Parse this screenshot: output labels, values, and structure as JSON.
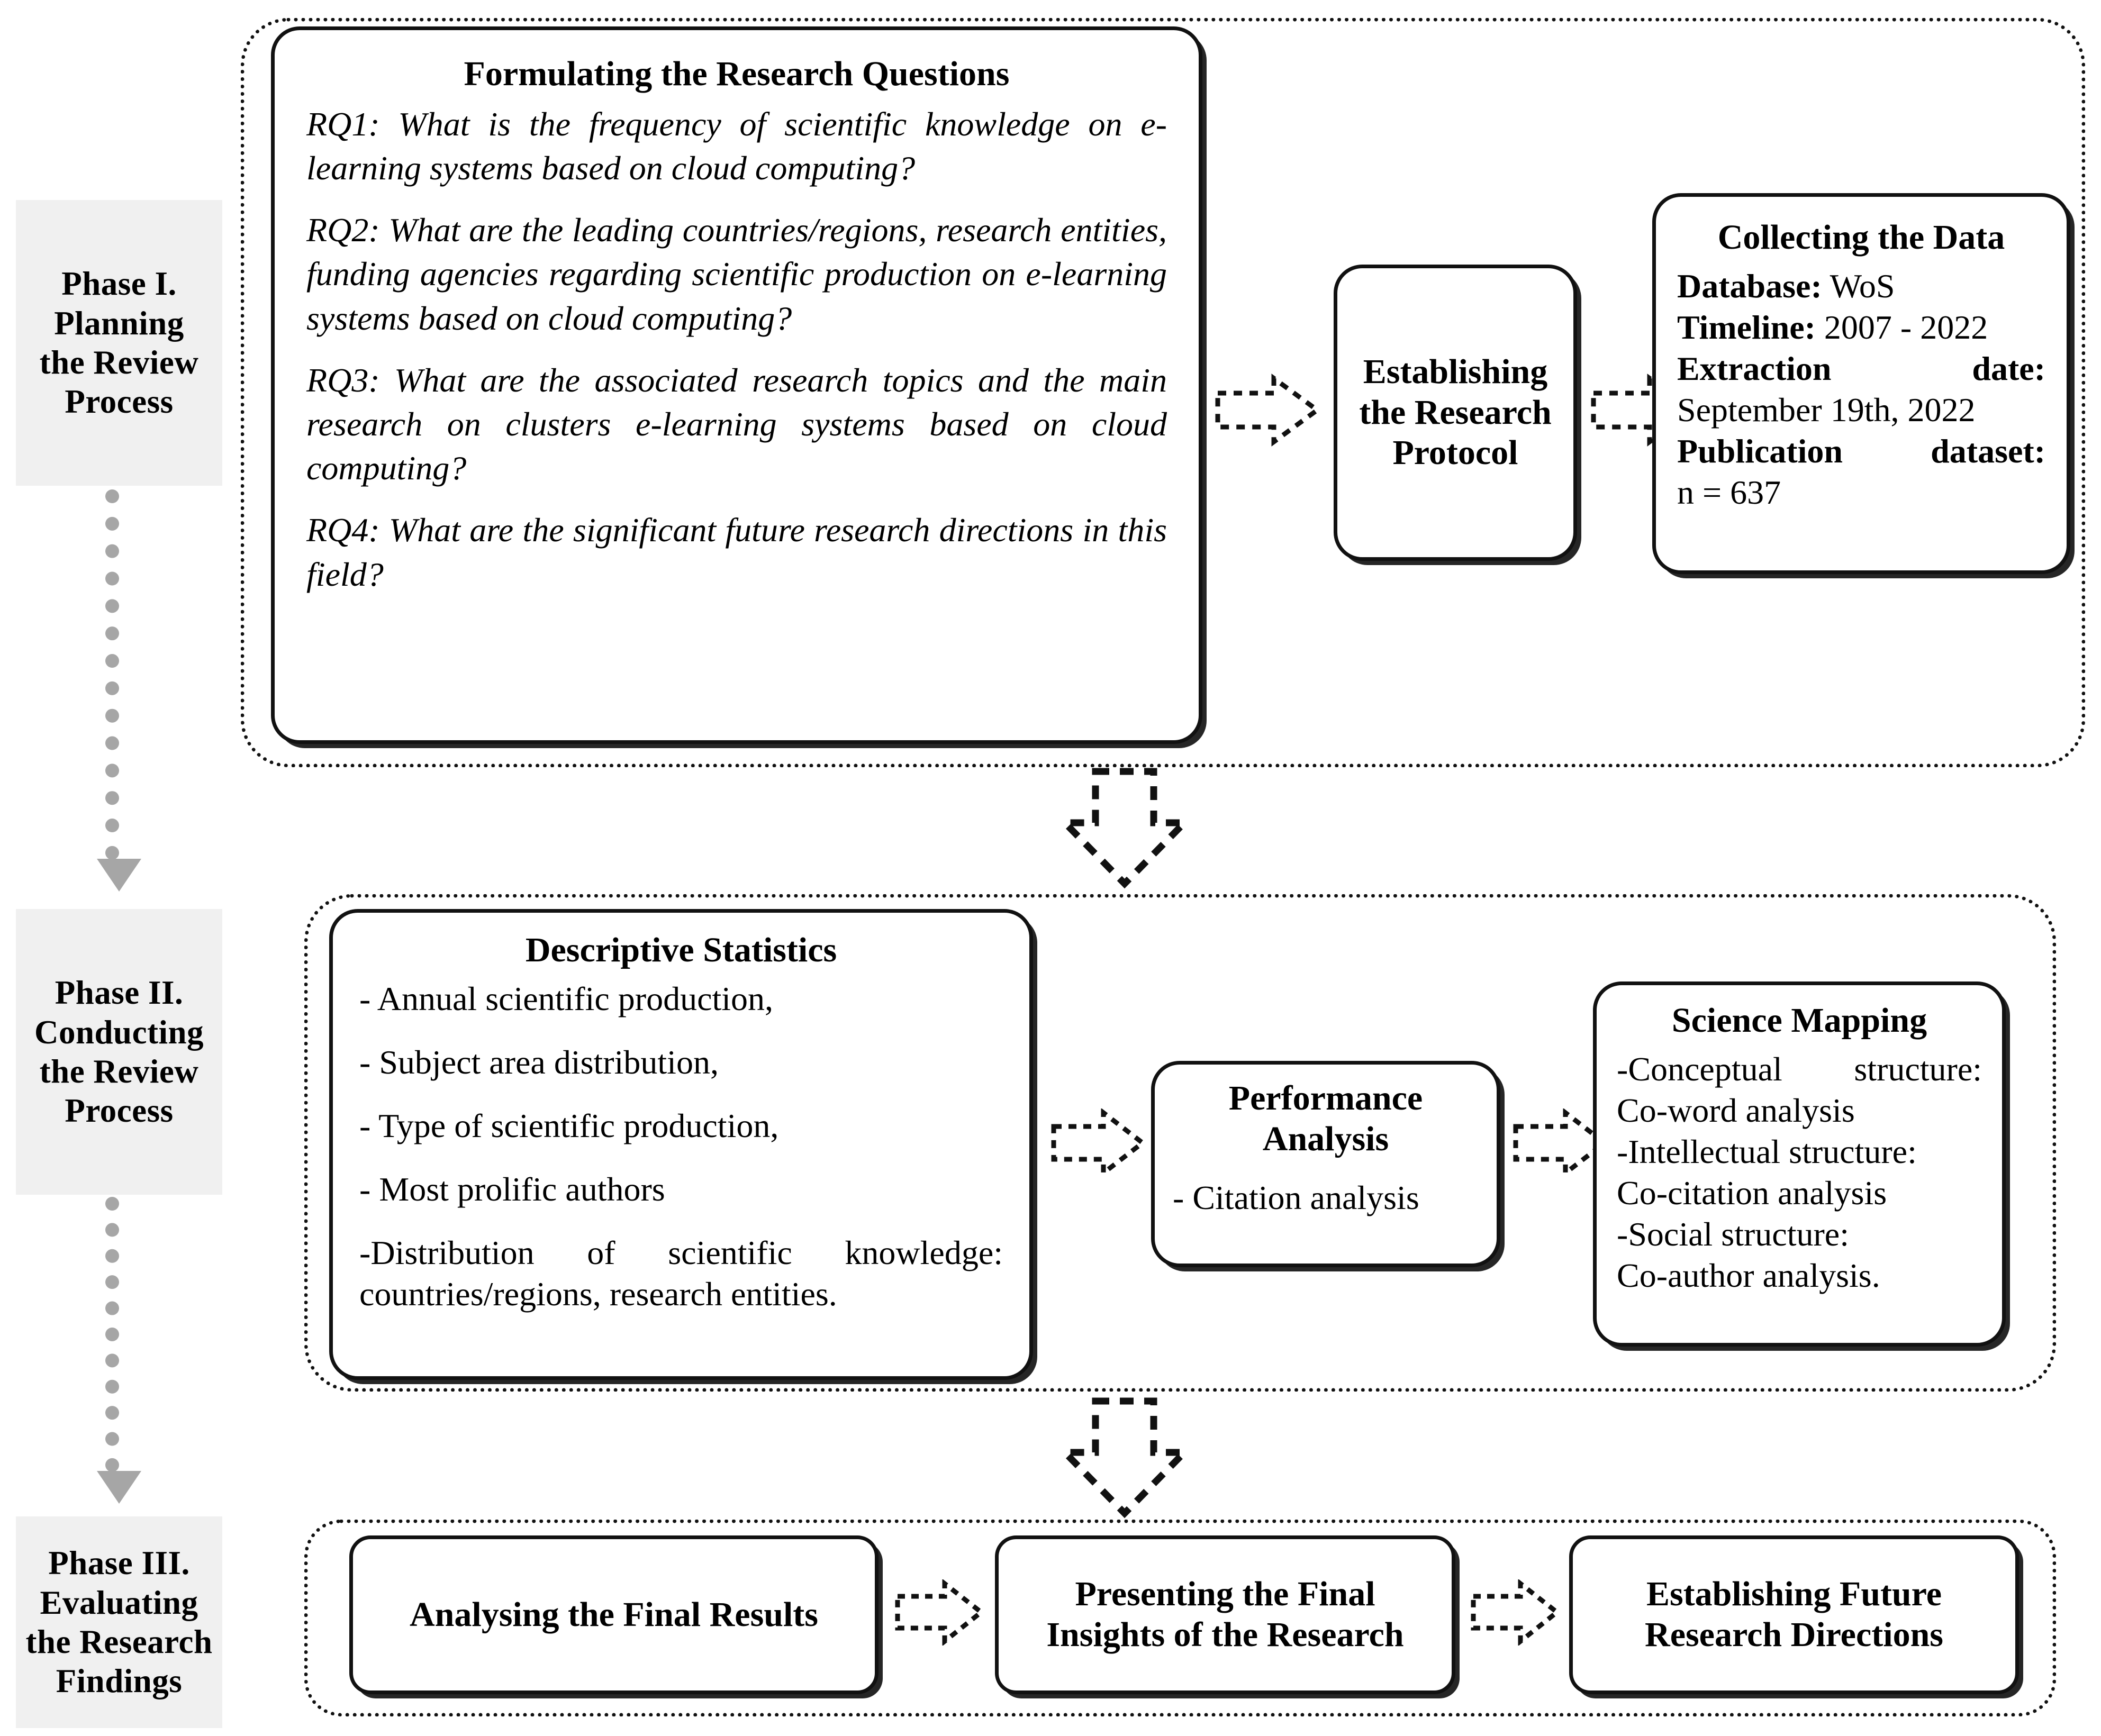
{
  "figure": {
    "type": "flowchart",
    "phases": [
      {
        "id": "phase1",
        "label": "Phase I.\nPlanning\nthe Review\nProcess",
        "label_lines": [
          "Phase I.",
          "Planning",
          "the Review",
          "Process"
        ]
      },
      {
        "id": "phase2",
        "label": "Phase II.\nConducting\nthe Review\nProcess",
        "label_lines": [
          "Phase II.",
          "Conducting",
          "the Review",
          "Process"
        ]
      },
      {
        "id": "phase3",
        "label": "Phase III.\nEvaluating\nthe Research\nFindings",
        "label_lines": [
          "Phase III.",
          "Evaluating",
          "the Research",
          "Findings"
        ]
      }
    ]
  },
  "phase1": {
    "research_questions_box": {
      "title": "Formulating the Research Questions",
      "items": [
        "RQ1: What is the frequency of scientific knowledge on e-learning systems based on cloud computing?",
        "RQ2: What are the leading countries/regions, research entities, funding agencies regarding scientific production on e-learning systems based on cloud computing?",
        "RQ3: What are the associated research topics and the main research on clusters e-learning systems based on cloud computing?",
        "RQ4: What are the significant future research directions in this field?"
      ]
    },
    "protocol_box": {
      "title_lines": [
        "Establishing",
        "the Research",
        "Protocol"
      ],
      "title": "Establishing the Research Protocol"
    },
    "collecting_box": {
      "title": "Collecting the Data",
      "fields": [
        {
          "key": "Database:",
          "value": "WoS"
        },
        {
          "key": "Timeline:",
          "value": "2007 - 2022"
        },
        {
          "key": "Extraction",
          "key2": "date:",
          "value": "September 19th, 2022"
        },
        {
          "key": "Publication",
          "key2": "dataset:",
          "value": "n = 637"
        }
      ],
      "database_key": "Database",
      "database_value": "WoS",
      "timeline_key": "Timeline",
      "timeline_value": "2007 - 2022",
      "extraction_key_a": "Extraction",
      "extraction_key_b": "date:",
      "extraction_value": "September 19th, 2022",
      "publication_key_a": "Publication",
      "publication_key_b": "dataset:",
      "publication_value": "n = 637"
    }
  },
  "phase2": {
    "descriptive_box": {
      "title": "Descriptive Statistics",
      "items": [
        "- Annual scientific production,",
        "- Subject area distribution,",
        "- Type of scientific production,",
        "- Most prolific authors"
      ],
      "last_item_line1": "-Distribution of scientific knowledge:",
      "last_item_line2": "countries/regions, research entities."
    },
    "performance_box": {
      "title_lines": [
        "Performance",
        "Analysis"
      ],
      "title": "Performance Analysis",
      "item": "- Citation analysis"
    },
    "science_mapping_box": {
      "title": "Science Mapping",
      "lines": [
        "-Conceptual structure:",
        "Co-word analysis",
        "-Intellectual structure:",
        "Co-citation analysis",
        "-Social structure:",
        "Co-author analysis."
      ],
      "conceptual_a": "-Conceptual",
      "conceptual_b": "structure:",
      "coword": "Co-word analysis",
      "intellectual": "-Intellectual structure:",
      "cocitation": "Co-citation analysis",
      "social": "-Social structure:",
      "coauthor": "Co-author analysis."
    }
  },
  "phase3": {
    "boxes": [
      {
        "id": "analysing",
        "label": "Analysing the Final Results",
        "lines": [
          "Analysing the Final Results"
        ]
      },
      {
        "id": "presenting",
        "label": "Presenting the Final Insights of the Research",
        "lines": [
          "Presenting the Final",
          "Insights of the Research"
        ]
      },
      {
        "id": "future",
        "label": "Establishing Future Research Directions",
        "lines": [
          "Establishing Future",
          "Research Directions"
        ]
      }
    ],
    "analysing_l1": "Analysing the Final Results",
    "presenting_l1": "Presenting the Final",
    "presenting_l2": "Insights of the Research",
    "future_l1": "Establishing Future",
    "future_l2": "Research Directions"
  },
  "colors": {
    "ink": "#111111",
    "phase_label_bg": "#f0f0f0",
    "connector_gray": "#a6a6a6",
    "page_bg": "#ffffff"
  }
}
